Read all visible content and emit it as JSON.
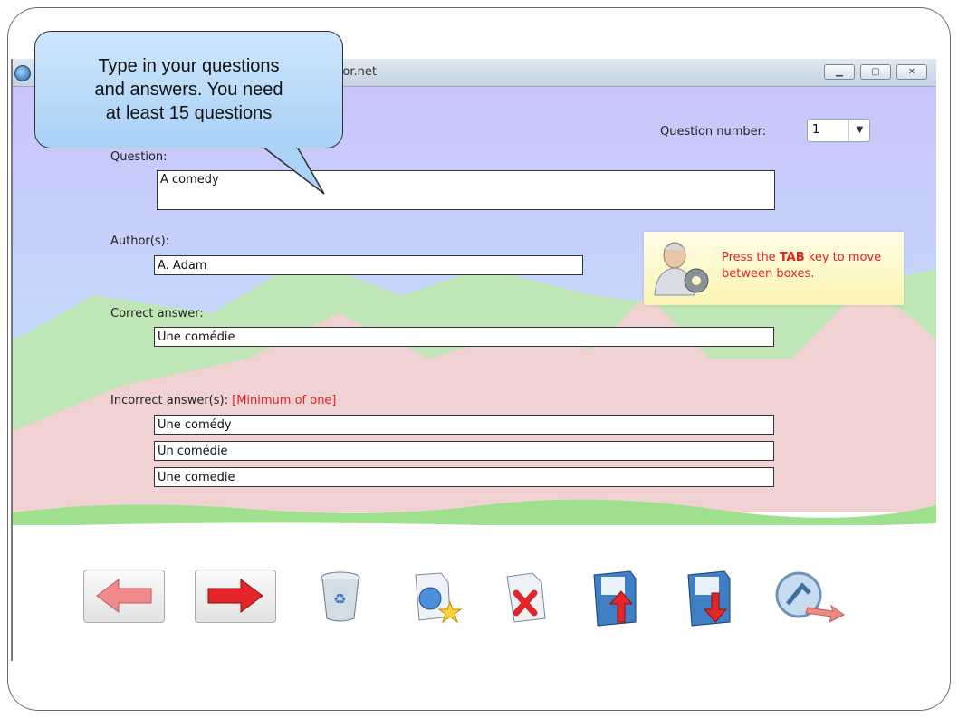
{
  "window": {
    "title": "rator.net",
    "min_icon": "minimize-icon",
    "max_icon": "maximize-icon",
    "close_icon": "close-icon"
  },
  "form": {
    "question_number_label": "Question number:",
    "question_number_value": "1",
    "question_label": "Question:",
    "question_value": "A comedy",
    "author_label": "Author(s):",
    "author_value": "A. Adam",
    "correct_label": "Correct answer:",
    "correct_value": "Une comédie",
    "incorrect_label": "Incorrect answer(s):",
    "incorrect_min": "[Minimum of one]",
    "incorrect_values": [
      "Une comédy",
      "Un comédie",
      "Une comedie"
    ]
  },
  "tip": {
    "prefix": "Press the ",
    "key": "TAB",
    "suffix": " key to move between boxes."
  },
  "toolbar": {
    "icons": [
      "back-arrow-icon",
      "forward-arrow-icon",
      "recycle-bin-icon",
      "new-document-icon",
      "delete-document-icon",
      "save-upload-icon",
      "save-download-icon",
      "exit-icon"
    ]
  },
  "callout": {
    "line1": "Type in your questions",
    "line2": "and answers. You need",
    "line3": "at least 15 questions"
  },
  "colors": {
    "accent_red": "#e02020",
    "callout_fill": "#b9dcf9",
    "tip_fill": "#fdf8c4"
  }
}
